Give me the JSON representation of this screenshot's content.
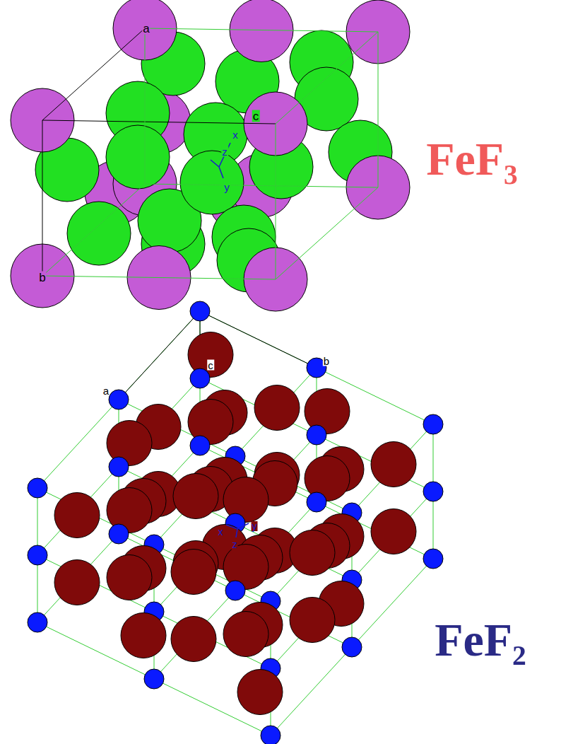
{
  "diagram": {
    "labels": [
      "a",
      "c",
      "x",
      "z",
      "y",
      "b",
      "FeF₃",
      "a",
      "c",
      "b",
      "x",
      "z",
      "y",
      "FeF₂"
    ]
  }
}
